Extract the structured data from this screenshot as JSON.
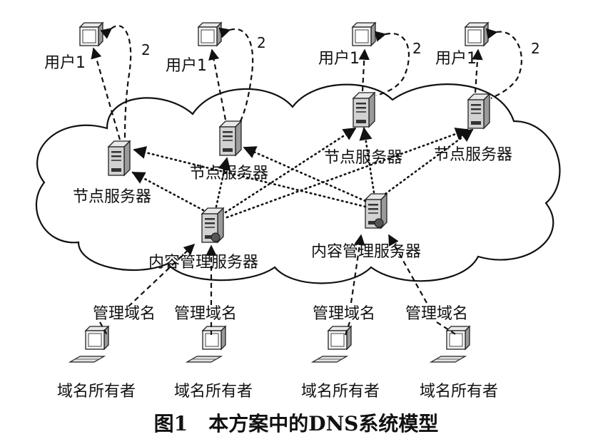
{
  "labels": {
    "user": "用户1",
    "loop": "2",
    "node_server": "节点服务器",
    "content_server": "内容管理服务器",
    "manage_domain": "管理域名",
    "domain_owner": "域名所有者"
  },
  "caption": "图1   本方案中的DNS系统模型"
}
